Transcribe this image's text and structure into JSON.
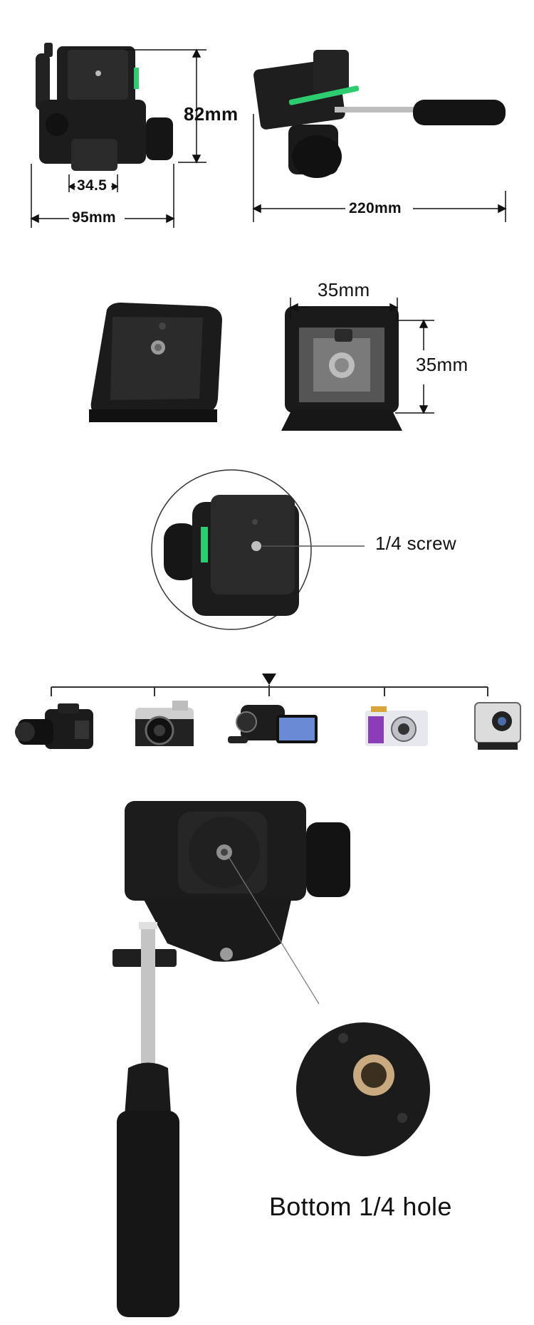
{
  "section_dimensions": {
    "height_label": "82mm",
    "width_label": "95mm",
    "base_label": "34.5",
    "length_label": "220mm"
  },
  "section_plate": {
    "plate_width_label": "35mm",
    "plate_height_label": "35mm"
  },
  "section_screw": {
    "screw_label": "1/4 screw"
  },
  "section_compat": {
    "devices": [
      "dslr-camera-icon",
      "mirrorless-camera-icon",
      "camcorder-icon",
      "compact-camera-icon",
      "action-camera-icon"
    ]
  },
  "section_bottom": {
    "hole_label": "Bottom 1/4 hole"
  },
  "colors": {
    "product_black": "#1c1c1c",
    "level_green": "#2ecc71",
    "line_gray": "#555555"
  }
}
